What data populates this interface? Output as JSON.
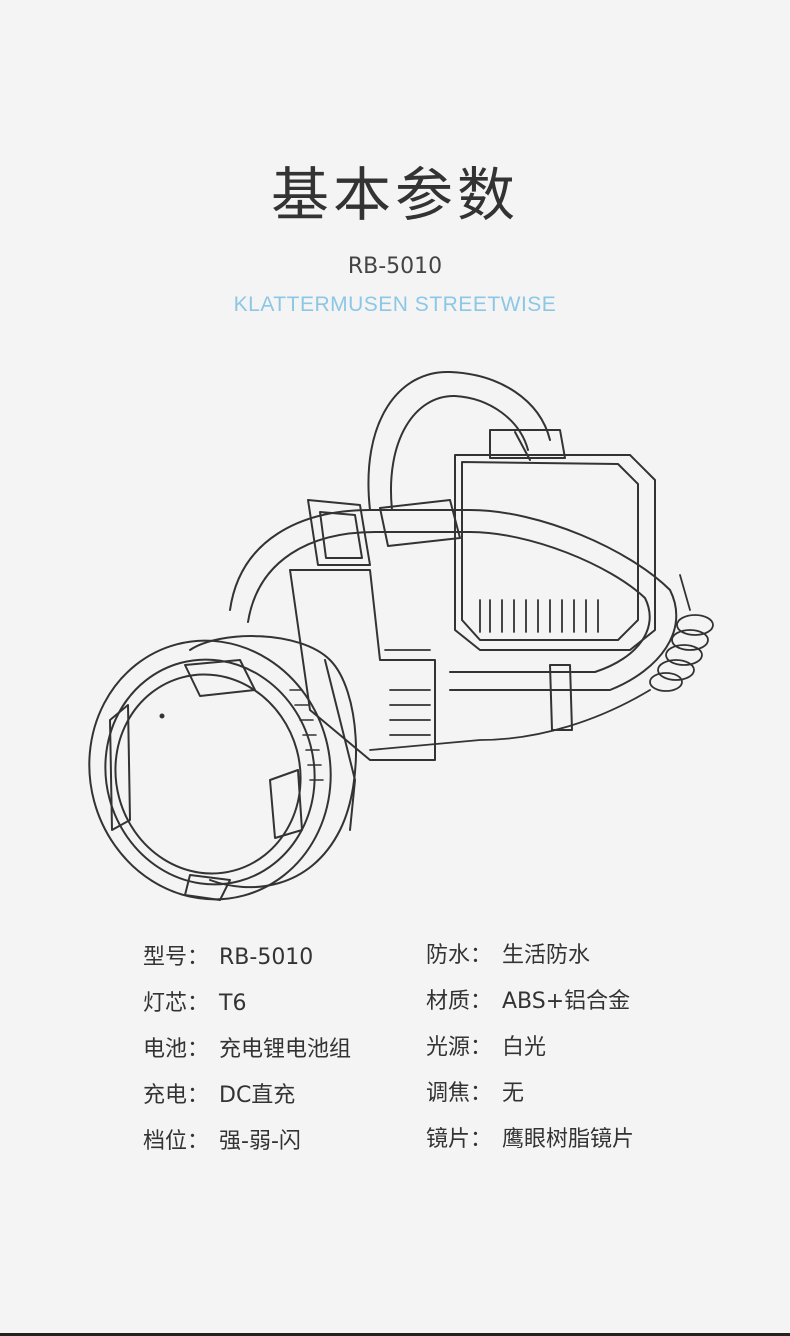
{
  "page": {
    "title": "基本参数",
    "model": "RB-5010",
    "brand": "KLATTERMUSEN STREETWISE"
  },
  "colors": {
    "background": "#f4f4f4",
    "text": "#333333",
    "brand_accent": "#8cc7e6",
    "line_art": "#333333"
  },
  "specs": [
    {
      "label": "型号：",
      "value": "RB-5010"
    },
    {
      "label": "防水：",
      "value": "生活防水"
    },
    {
      "label": "灯芯：",
      "value": "T6"
    },
    {
      "label": "材质：",
      "value": "ABS+铝合金"
    },
    {
      "label": "电池：",
      "value": "充电锂电池组"
    },
    {
      "label": "光源：",
      "value": "白光"
    },
    {
      "label": "充电：",
      "value": "DC直充"
    },
    {
      "label": "调焦：",
      "value": "无"
    },
    {
      "label": "档位：",
      "value": "强-弱-闪"
    },
    {
      "label": "镜片：",
      "value": "鹰眼树脂镜片"
    }
  ],
  "illustration": {
    "icon": "headlamp-line-drawing"
  }
}
